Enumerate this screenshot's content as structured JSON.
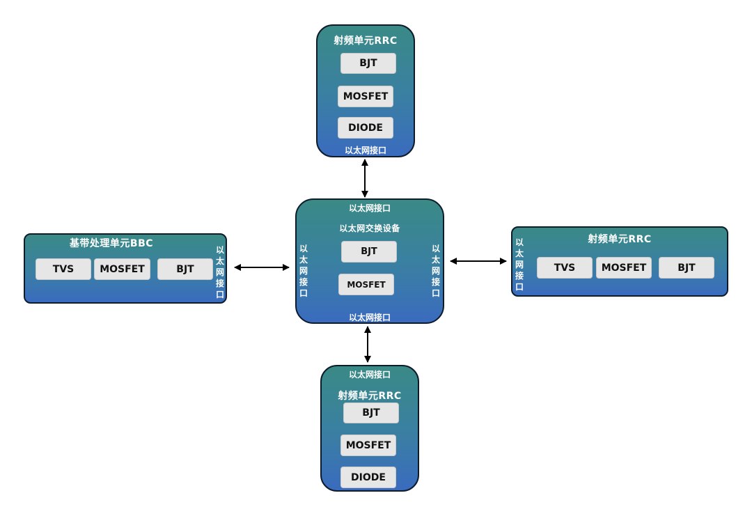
{
  "top_rrc": {
    "title": "射频单元RRC",
    "components": [
      "BJT",
      "MOSFET",
      "DIODE"
    ],
    "port": "以太网接口"
  },
  "bbc": {
    "title": "基带处理单元BBC",
    "components": [
      "TVS",
      "MOSFET",
      "BJT"
    ],
    "port": "以太网接口"
  },
  "switch": {
    "title": "以太网交换设备",
    "components": [
      "BJT",
      "MOSFET"
    ],
    "port_top": "以太网接口",
    "port_bottom": "以太网接口",
    "port_left": "以太网接口",
    "port_right": "以太网接口"
  },
  "right_rrc": {
    "title": "射频单元RRC",
    "components": [
      "TVS",
      "MOSFET",
      "BJT"
    ],
    "port": "以太网接口"
  },
  "bottom_rrc": {
    "title": "射频单元RRC",
    "components": [
      "BJT",
      "MOSFET",
      "DIODE"
    ],
    "port": "以太网接口"
  },
  "colors": {
    "node_top": "#3a8a86",
    "node_bottom": "#3a6bbf",
    "border": "#0d1b2a",
    "component": "#e6e6e6"
  }
}
